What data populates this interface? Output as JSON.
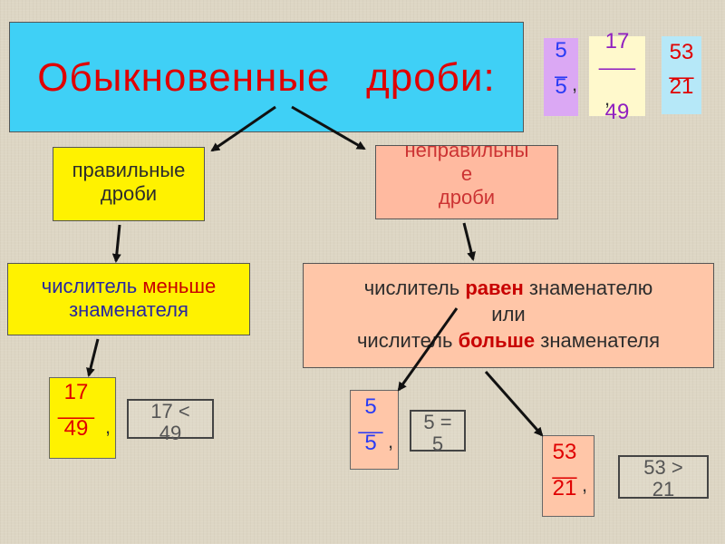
{
  "title": "Обыкновенные   дроби:",
  "top_fractions": [
    {
      "num": "5",
      "bar": "_",
      "den": "5",
      "sep": ","
    },
    {
      "num": "17",
      "bar": "___",
      "den": "49",
      "sep": ","
    },
    {
      "num": "53",
      "bar": "__",
      "den": "21"
    }
  ],
  "proper": {
    "line1": "правильные",
    "line2": "дроби"
  },
  "improper": {
    "line1": "неправильны",
    "line2": "е",
    "line3": "дроби"
  },
  "proper_rule": {
    "a": "числитель ",
    "b": "меньше",
    "c": "знаменателя"
  },
  "improper_rule": {
    "a": "числитель ",
    "b": "равен",
    "c": " знаменателю",
    "or": "или",
    "d": "числитель ",
    "e": "больше",
    "f": " знаменателя"
  },
  "examples": {
    "proper": {
      "num": "17",
      "bar": "___",
      "den": "49",
      "sep": ",",
      "cmp1": "17 <",
      "cmp2": "49"
    },
    "equal": {
      "num": "5",
      "bar": "__",
      "den": "5",
      "sep": ",",
      "cmp1": "5 =",
      "cmp2": "5"
    },
    "greater": {
      "num": "53",
      "bar": "__",
      "den": "21",
      "sep": ",",
      "cmp1": "53 >",
      "cmp2": "21"
    }
  },
  "colors": {
    "title_red": "#e00000",
    "fraction_red": "#e00000",
    "fraction_blue": "#2a3cf5",
    "fraction_purple": "#9020c0",
    "emphasis_red": "#c80000"
  }
}
